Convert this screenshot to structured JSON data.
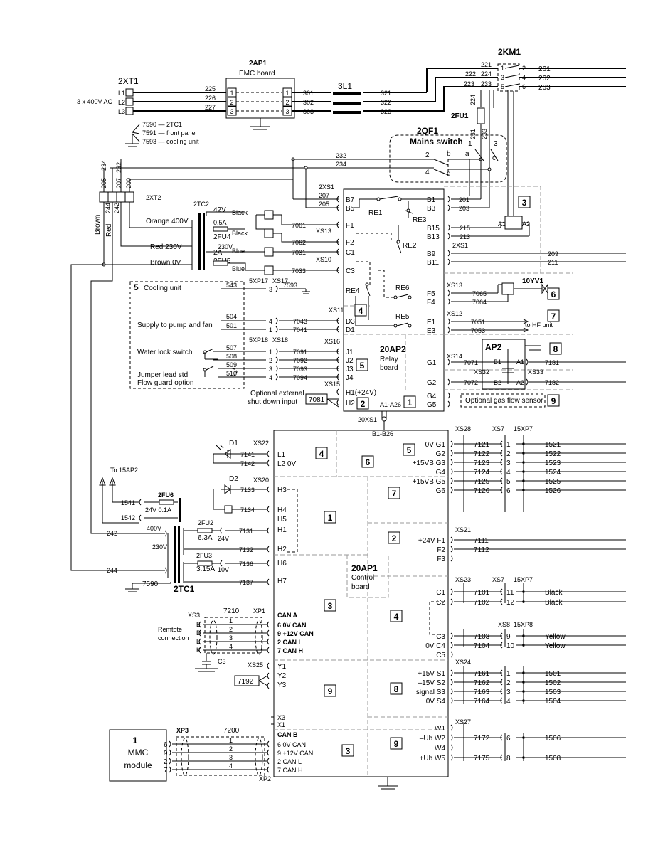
{
  "top": {
    "km1": "2KM1",
    "xt1": "2XT1",
    "ap1_title": "2AP1",
    "ap1_sub": "EMC board",
    "l1": "3L1",
    "supply": "3 x 400V AC",
    "fu1": "2FU1",
    "qf1": "2QF1",
    "mains": "Mains switch",
    "tc1_note1": "7590 — 2TC1",
    "tc1_note2": "7591 — front panel",
    "tc1_note3": "7593 — cooling unit",
    "xt2": "2XT2",
    "tc2": "2TC2"
  },
  "phase_lines": {
    "inputs": [
      "L1",
      "L2",
      "L3"
    ],
    "in_wires": [
      "225",
      "226",
      "227"
    ],
    "ap_pins": [
      "1",
      "2",
      "3"
    ],
    "out_wires": [
      "301",
      "302",
      "303"
    ],
    "l_wires": [
      "321",
      "322",
      "323"
    ],
    "km_top": [
      "221",
      "222",
      "223",
      "224",
      "233"
    ],
    "km_pins_l": [
      "1",
      "3",
      "5"
    ],
    "km_pins_r": [
      "2",
      "4",
      "6"
    ],
    "km_out": [
      "261",
      "262",
      "263"
    ]
  },
  "qf": {
    "labels": [
      "1",
      "3",
      "2",
      "b",
      "a",
      "c",
      "4",
      "d"
    ],
    "wire_232": "232",
    "wire_234": "234",
    "wire_224": "224",
    "wire_231": "231",
    "wire_233": "233"
  },
  "xt2_wires": [
    "205",
    "234",
    "207",
    "232",
    "200"
  ],
  "xt2_low": [
    "244",
    "242"
  ],
  "colors_vert": [
    "Brown",
    "Red"
  ],
  "tc2_taps": [
    "Orange 400V",
    "Red  230V",
    "Brown   0V"
  ],
  "tc2_parts": {
    "v42": "42V",
    "f1": "0.5A",
    "fu4": "2FU4",
    "v230": "230V",
    "f2": "2A",
    "fu5": "2FU5",
    "black1": "Black",
    "black2": "Black",
    "blue1": "Blue",
    "blue2": "Blue"
  },
  "ap2_left": {
    "wires": [
      "7061",
      "7062",
      "7031",
      "7033"
    ],
    "pins": [
      "F1",
      "F2",
      "C1",
      "C3"
    ],
    "conns": [
      "XS13",
      "XS10"
    ]
  },
  "ap2": {
    "title": "20AP2",
    "sub1": "Relay",
    "sub2": "board",
    "xs1": "2XS1",
    "b7": "B7",
    "b5": "B5",
    "w207": "207",
    "w205": "205",
    "relays": [
      "RE1",
      "RE2",
      "RE3",
      "RE4",
      "RE5",
      "RE6"
    ],
    "bottom": "A1-A26",
    "xs20": "20XS1",
    "b1b26": "B1-B26"
  },
  "cooling": {
    "num": "5",
    "title": "Cooling unit",
    "w543": "543",
    "w7593": "7593",
    "xp17": "5XP17",
    "xs17": "XS17",
    "pin3": "3",
    "pump": "Supply to pump and fan",
    "w504": "504",
    "w501": "501",
    "p4": "4",
    "p1": "1",
    "w7043": "7043",
    "w7041": "7041",
    "d3": "D3",
    "d1": "D1",
    "xs11": "XS11",
    "xp18": "5XP18",
    "xs18": "XS18",
    "water": "Water lock switch",
    "jumper": "Jumper lead std.",
    "flow": "Flow guard option",
    "wires": [
      "507",
      "508",
      "509",
      "510"
    ],
    "pins": [
      "1",
      "2",
      "3",
      "4"
    ],
    "jw": [
      "7091",
      "7092",
      "7093",
      "7094"
    ],
    "jp": [
      "J1",
      "J2",
      "J3",
      "J4"
    ],
    "xs16": "XS16",
    "ext1": "Optional external",
    "ext2": "shut down input",
    "w7081": "7081",
    "h1": "H1(+24V)",
    "h2": "H2",
    "xs15": "XS15"
  },
  "ap2_right": {
    "b1": "B1",
    "b3": "B3",
    "w201": "201",
    "w203": "203",
    "b15": "B15",
    "b13": "B13",
    "w215": "215",
    "w213": "213",
    "a1": "A1",
    "a2": "A2",
    "b9": "B9",
    "b11": "B11",
    "w209": "209",
    "w211": "211",
    "xs1b": "2XS1",
    "f5": "F5",
    "f4": "F4",
    "xs13": "XS13",
    "w7065": "7065",
    "w7064": "7064",
    "yv": "10YV1",
    "e1": "E1",
    "e3": "E3",
    "xs12": "XS12",
    "w7051": "7051",
    "w7053": "7053",
    "hf": "to HF unit",
    "g1": "G1",
    "g2": "G2",
    "xs14": "XS14",
    "w7071": "7071",
    "w7072": "7072",
    "apx": "AP2",
    "b1x": "B1",
    "a1x": "A1",
    "b2x": "B2",
    "a2x": "A2",
    "xs32": "XS32",
    "xs33": "XS33",
    "w7181": "7181",
    "w7182": "7182",
    "g4": "G4",
    "g5": "G5",
    "gas": "Optional gas flow sensor"
  },
  "section_nums": {
    "s3": "3",
    "s4": "4",
    "s5": "5",
    "s6": "6",
    "s7": "7",
    "s8": "8",
    "s9": "9",
    "s1": "1",
    "s2": "2"
  },
  "ap1_board": {
    "title": "20AP1",
    "sub1": "Control",
    "sub2": "board",
    "nums": [
      "4",
      "6",
      "5",
      "1",
      "7",
      "2",
      "3",
      "4",
      "9",
      "8",
      "3",
      "9"
    ]
  },
  "ap1_left": {
    "d1": "D1",
    "d2": "D2",
    "xs22": "XS22",
    "xs20": "XS20",
    "w7141": "7141",
    "w7142": "7142",
    "l1": "L1",
    "l2": "L2  0V",
    "to15": "To 15AP2",
    "w7133": "7133",
    "w7134": "7134",
    "h_pins": [
      "H3",
      "H4",
      "H5",
      "H1",
      "H2",
      "H6",
      "H7"
    ],
    "w7131": "7131",
    "w7132": "7132",
    "w7136": "7136",
    "w7137": "7137",
    "w1541": "1541",
    "w1542": "1542",
    "fu6": "2FU6",
    "fu6v": "24V  0.1A",
    "w242": "242",
    "w244": "244",
    "v400": "400V",
    "v230": "230V",
    "fu2": "2FU2",
    "fu2a": "6.3A",
    "v24": "24V",
    "fu3": "2FU3",
    "fu3a": "3.15A",
    "v10": "10V",
    "w7590": "7590",
    "tc1": "2TC1"
  },
  "can_a": {
    "xs3": "XS3",
    "cable": "7210",
    "xp1": "XP1",
    "title": "CAN A",
    "left": [
      "E",
      "D",
      "L",
      "K"
    ],
    "wires": [
      "1",
      "2",
      "3",
      "4"
    ],
    "pins": [
      "6  0V CAN",
      "9  +12V CAN",
      "2  CAN L",
      "7  CAN H"
    ],
    "remote1": "Remtote",
    "remote2": "connection",
    "c3": "C3"
  },
  "y_section": {
    "xs25": "XS25",
    "pins": [
      "Y1",
      "Y2",
      "Y3"
    ],
    "w7192": "7192",
    "x3": "X3",
    "x1": "X1"
  },
  "can_b": {
    "num": "1",
    "t1": "MMC",
    "t2": "module",
    "xp3": "XP3",
    "cable": "7200",
    "left": [
      "6",
      "9",
      "2",
      "7"
    ],
    "wires": [
      "1",
      "2",
      "3",
      "4"
    ],
    "title": "CAN B",
    "pins": [
      "6  0V CAN",
      "9  +12V CAN",
      "2  CAN L",
      "7  CAN H"
    ],
    "xp2": "XP2"
  },
  "ap1_right": {
    "xs28": "XS28",
    "xs7": "XS7",
    "xp7": "15XP7",
    "rows1": [
      {
        "pin": "0V  G1",
        "w": "7121",
        "c": "1",
        "o": "1521"
      },
      {
        "pin": "G2",
        "w": "7122",
        "c": "2",
        "o": "1522"
      },
      {
        "pin": "+15VB G3",
        "w": "7123",
        "c": "3",
        "o": "1523"
      },
      {
        "pin": "G4",
        "w": "7124",
        "c": "4",
        "o": "1524"
      },
      {
        "pin": "+15VB G5",
        "w": "7125",
        "c": "5",
        "o": "1525"
      },
      {
        "pin": "G6",
        "w": "7126",
        "c": "6",
        "o": "1526"
      }
    ],
    "xs21": "XS21",
    "rows2": [
      {
        "pin": "+24V F1",
        "w": "7111"
      },
      {
        "pin": "F2",
        "w": "7112"
      },
      {
        "pin": "F3",
        "w": ""
      }
    ],
    "xs23": "XS23",
    "xs7b": "XS7",
    "xp7b": "15XP7",
    "rows3": [
      {
        "pin": "C1",
        "w": "7101",
        "c": "11",
        "o": "Black"
      },
      {
        "pin": "C2",
        "w": "7102",
        "c": "12",
        "o": "Black"
      }
    ],
    "xs8": "XS8",
    "xp8": "15XP8",
    "rows4": [
      {
        "pin": "C3",
        "w": "7103",
        "c": "9",
        "o": "Yellow"
      },
      {
        "pin": "0V C4",
        "w": "7104",
        "c": "10",
        "o": "Yellow"
      },
      {
        "pin": "C5",
        "w": "",
        "c": "",
        "o": ""
      }
    ],
    "xs24": "XS24",
    "rows5": [
      {
        "pin": "+15V S1",
        "w": "7161",
        "c": "1",
        "o": "1501"
      },
      {
        "pin": "–15V S2",
        "w": "7162",
        "c": "2",
        "o": "1502"
      },
      {
        "pin": "signal S3",
        "w": "7163",
        "c": "3",
        "o": "1503"
      },
      {
        "pin": "0V S4",
        "w": "7164",
        "c": "4",
        "o": "1504"
      }
    ],
    "xs27": "XS27",
    "rows6": [
      {
        "pin": "W1",
        "w": "",
        "c": "",
        "o": ""
      },
      {
        "pin": "–Ub W2",
        "w": "7172",
        "c": "6",
        "o": "1506"
      },
      {
        "pin": "W4",
        "w": "",
        "c": "",
        "o": ""
      },
      {
        "pin": "+Ub W5",
        "w": "7175",
        "c": "8",
        "o": "1508"
      }
    ]
  }
}
